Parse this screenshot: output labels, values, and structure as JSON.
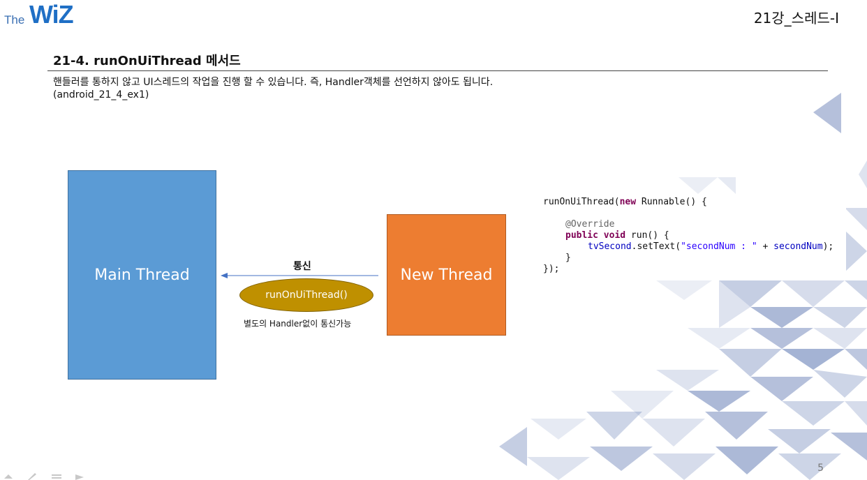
{
  "logo": {
    "the": "The",
    "wiz": "WiZ"
  },
  "header": {
    "lecture_title": "21강_스레드-I"
  },
  "section": {
    "title": "21-4. runOnUiThread 메서드",
    "description_line1": "핸들러를 통하지 않고 UI스레드의 작업을 진행 할 수 있습니다. 즉, Handler객체를 선언하지 않아도 됩니다.",
    "description_line2": "(android_21_4_ex1)"
  },
  "diagram": {
    "main_thread_label": "Main Thread",
    "new_thread_label": "New Thread",
    "communication_label": "통신",
    "method_label": "runOnUiThread()",
    "note": "별도의 Handler없이 통신가능"
  },
  "code": {
    "l1_a": "runOnUiThread(",
    "l1_kw": "new",
    "l1_b": " Runnable() {",
    "l2_annotation": "@Override",
    "l3_kw1": "public",
    "l3_kw2": "void",
    "l3_b": " run() {",
    "l4_field": "tvSecond",
    "l4_a": ".setText(",
    "l4_string": "\"secondNum : \"",
    "l4_b": " + ",
    "l4_field2": "secondNum",
    "l4_c": ");",
    "l5": "}",
    "l6": "});"
  },
  "footer": {
    "page_number": "5"
  },
  "colors": {
    "main_thread": "#5b9bd5",
    "new_thread": "#ed7d31",
    "method_ellipse": "#bf9000",
    "arrow": "#4472c4"
  }
}
